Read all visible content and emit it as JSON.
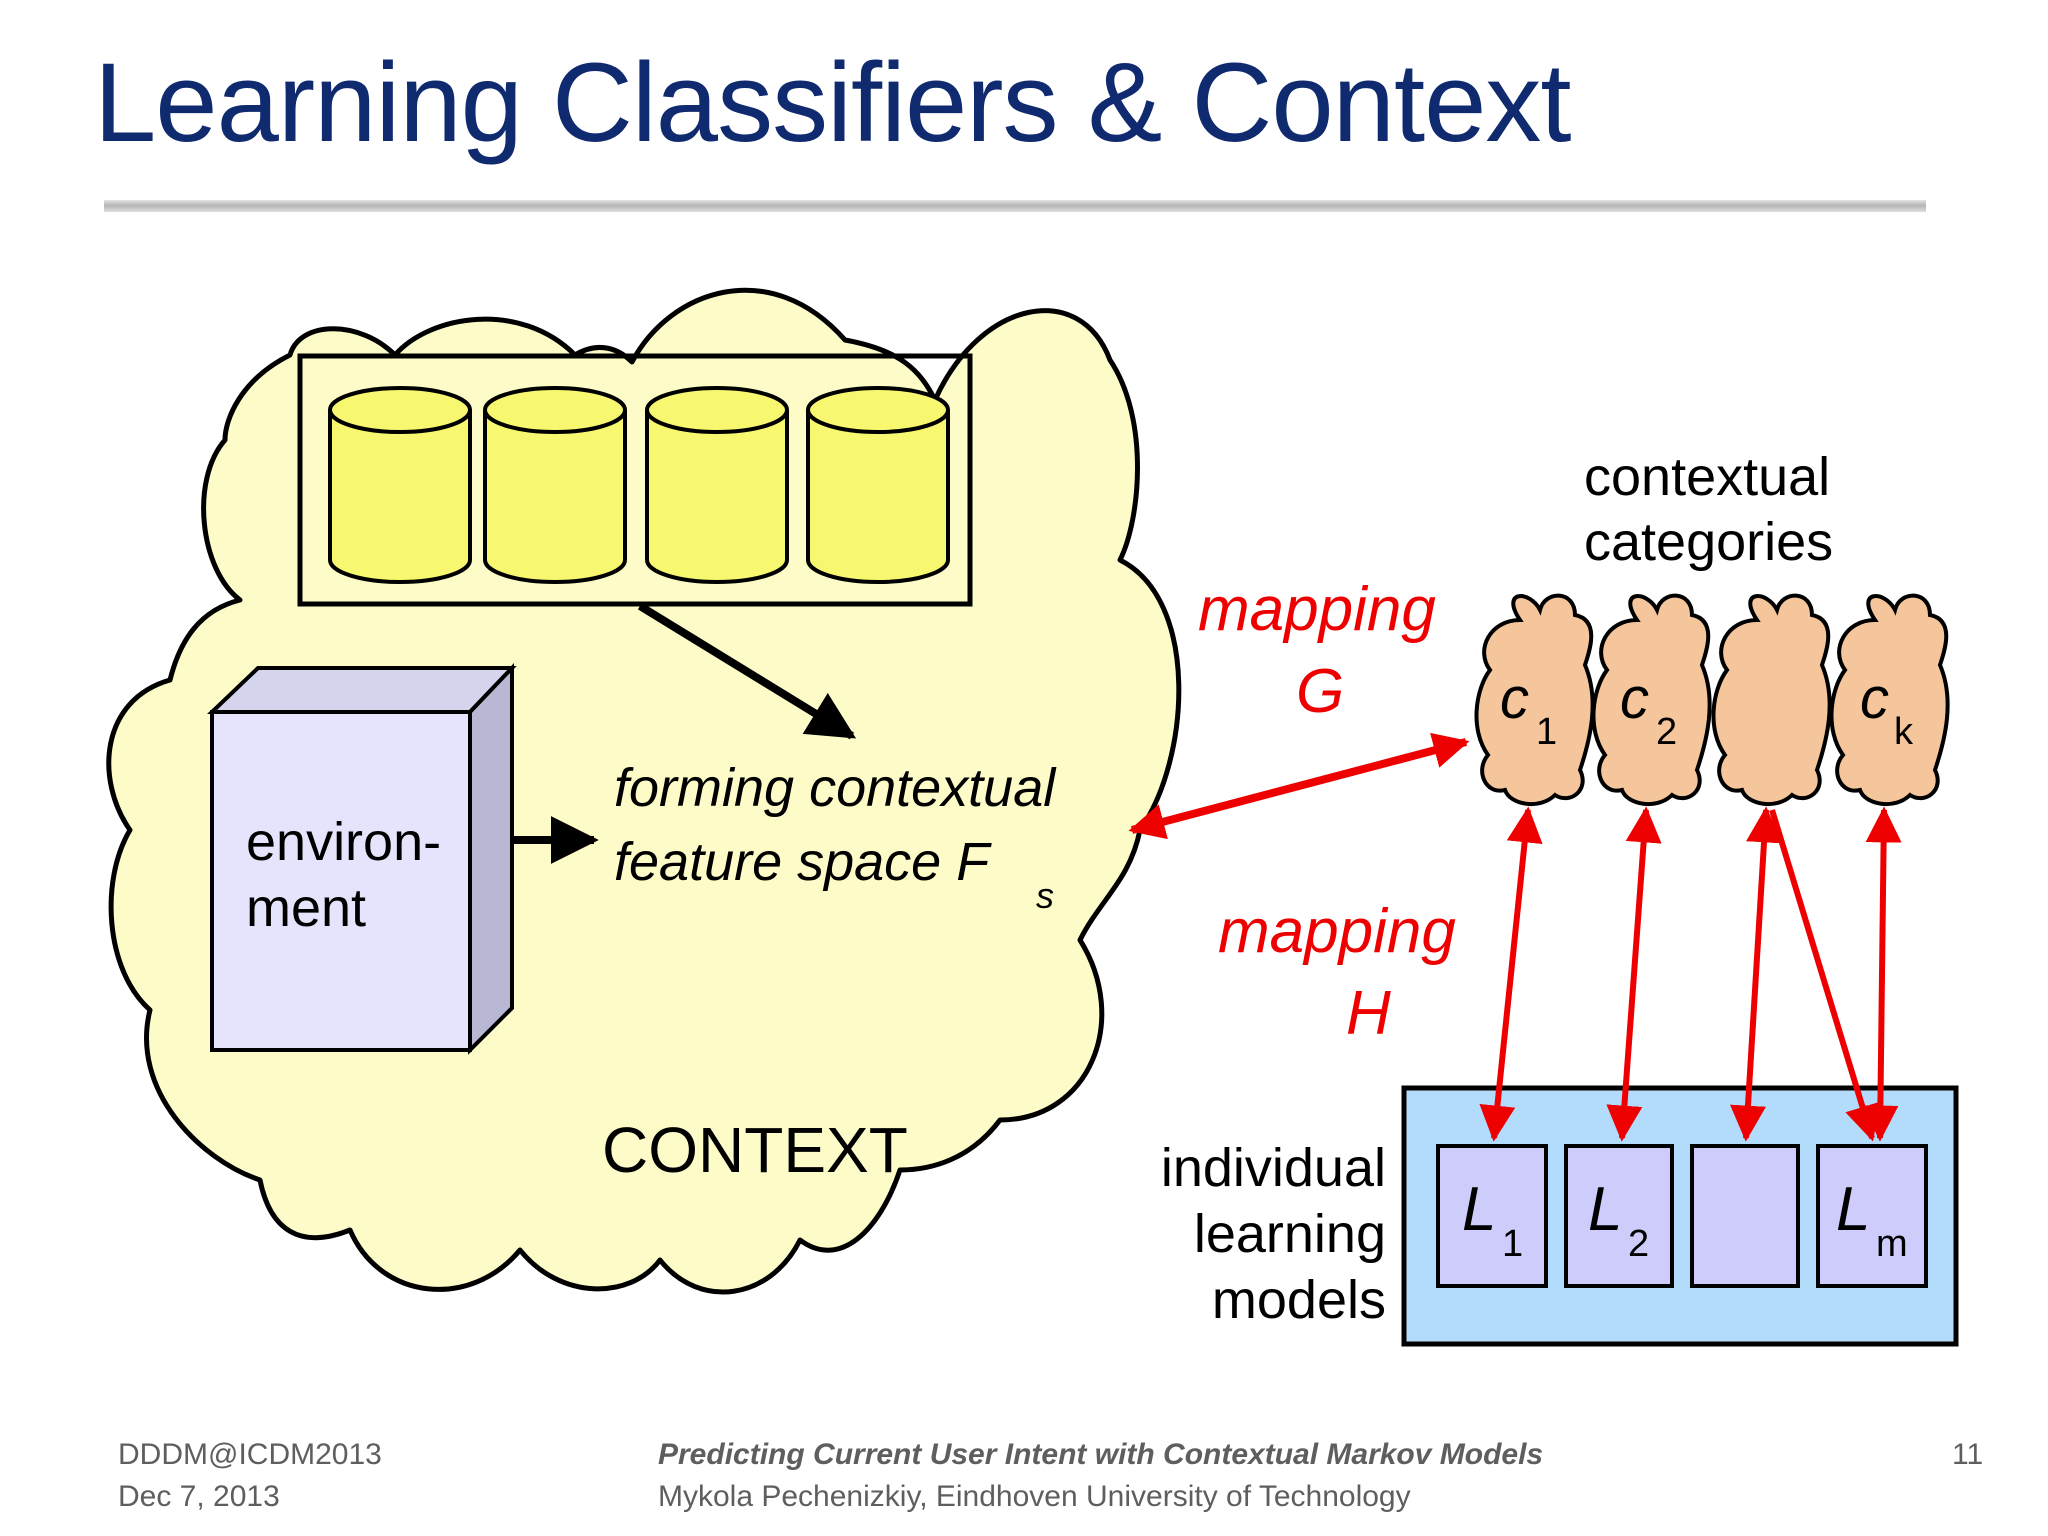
{
  "slide": {
    "title": "Learning Classifiers & Context",
    "page_number": "11"
  },
  "diagram": {
    "context_label": "CONTEXT",
    "environment_label_line1": "environ-",
    "environment_label_line2": "ment",
    "feature_space_line1": "forming contextual",
    "feature_space_line2": "feature space F",
    "feature_space_subscript": "s",
    "mapping_g_line1": "mapping",
    "mapping_g_line2": "G",
    "mapping_h_line1": "mapping",
    "mapping_h_line2": "H",
    "contextual_categories_line1": "contextual",
    "contextual_categories_line2": "categories",
    "category_1": "c",
    "category_1_sub": "1",
    "category_2": "c",
    "category_2_sub": "2",
    "category_k": "c",
    "category_k_sub": "k",
    "models_line1": "individual",
    "models_line2": "learning",
    "models_line3": "models",
    "model_1": "L",
    "model_1_sub": "1",
    "model_2": "L",
    "model_2_sub": "2",
    "model_m": "L",
    "model_m_sub": "m",
    "colors": {
      "cloud_fill": "#fdfcc8",
      "database_fill": "#f7f770",
      "environment_fill": "#e4e4fc",
      "category_fill": "#f5c59b",
      "models_panel_fill": "#b3dbfb",
      "model_box_fill": "#cdccfb",
      "mapping_red": "#ee0000"
    }
  },
  "footer": {
    "conference": "DDDM@ICDM2013",
    "date": "Dec 7, 2013",
    "talk_title": "Predicting Current User Intent with Contextual Markov Models",
    "author": "Mykola Pechenizkiy, Eindhoven University of Technology"
  }
}
